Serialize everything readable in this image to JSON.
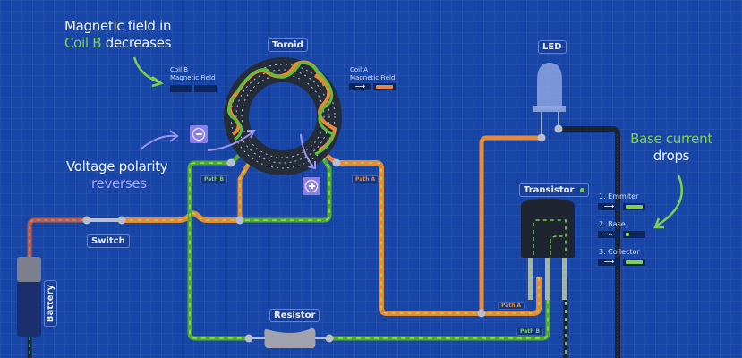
{
  "annotations": {
    "magnetic_field_line1": "Magnetic field in",
    "magnetic_field_coil": "Coil B",
    "magnetic_field_rest": " decreases",
    "voltage_line1": "Voltage polarity",
    "voltage_line2": "reverses",
    "base_line1": "Base current",
    "base_line2": "drops"
  },
  "components": {
    "toroid": "Toroid",
    "led": "LED",
    "transistor": "Transistor",
    "switch": "Switch",
    "battery": "Battery",
    "resistor": "Resistor"
  },
  "coil_b": {
    "title_line1": "Coil B",
    "title_line2": "Magnetic Field",
    "direction_icon": "none",
    "level": 0
  },
  "coil_a": {
    "title_line1": "Coil A",
    "title_line2": "Magnetic Field",
    "direction_icon": "arrow-right-icon",
    "level": 1.0,
    "bar_color": "#e8893a"
  },
  "transistor_readout": {
    "status_color": "#7fd04b",
    "pins": [
      {
        "label": "1. Emmiter",
        "icon": "arrow-right-icon",
        "level": 1.0
      },
      {
        "label": "2. Base",
        "icon": "wavy-arrow-icon",
        "level": 0.2
      },
      {
        "label": "3. Collector",
        "icon": "arrow-right-icon",
        "level": 1.0
      }
    ],
    "bar_color": "#7fd04b"
  },
  "path_tags": {
    "path_b_top": "Path B",
    "path_a_top": "Path A",
    "path_a_bottom": "Path A",
    "path_b_bottom": "Path B"
  },
  "signs": {
    "minus": "minus-icon",
    "plus": "plus-icon"
  },
  "colors": {
    "background": "#1746a8",
    "path_a": "#e8893a",
    "path_b": "#5fbf3a",
    "dash": "#9be04f",
    "node": "#b8bfd0",
    "dark_wire": "#1c2433",
    "accent_purple": "#8b80e6"
  }
}
